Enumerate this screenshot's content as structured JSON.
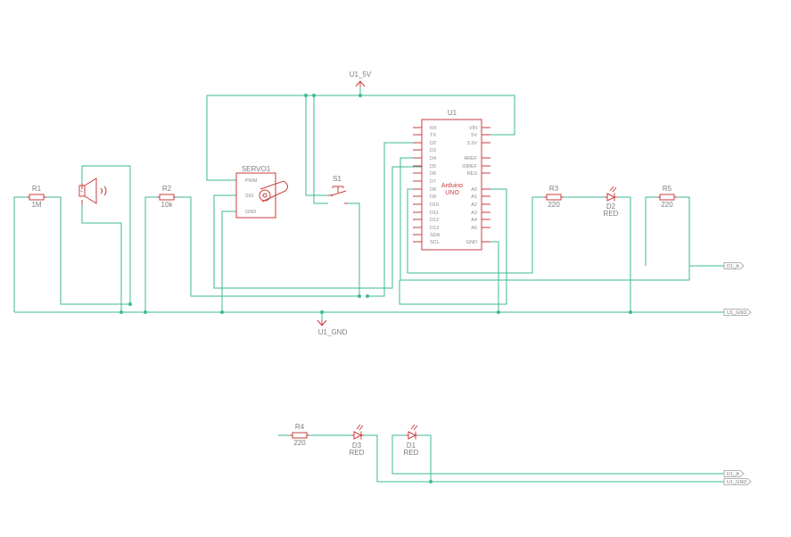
{
  "power": {
    "vcc_label": "U1_5V",
    "gnd_label": "U1_GND"
  },
  "ports": {
    "d1a_top": "D1_A",
    "gnd_right": "U1_GND",
    "d1a_bottom": "D1_A",
    "gnd_bottom": "U1_GND"
  },
  "arduino": {
    "ref": "U1",
    "name_line1": "Arduino",
    "name_line2": "UNO",
    "left_pins": [
      "RX",
      "TX",
      "D2",
      "D3",
      "D4",
      "D5",
      "D6",
      "D7",
      "D8",
      "D9",
      "D10",
      "D11",
      "D12",
      "D13",
      "SDA",
      "SCL"
    ],
    "right_pins": [
      "VIN",
      "5V",
      "3.3V",
      "AREF",
      "IOREF",
      "RES",
      "A0",
      "A1",
      "A2",
      "A3",
      "A4",
      "A5",
      "GND"
    ]
  },
  "servo": {
    "ref": "SERVO1",
    "pins": [
      "PWM",
      "SIG",
      "GND"
    ]
  },
  "switch": {
    "ref": "S1"
  },
  "resistors": [
    {
      "ref": "R1",
      "value": "1M"
    },
    {
      "ref": "R2",
      "value": "10k"
    },
    {
      "ref": "R3",
      "value": "220"
    },
    {
      "ref": "R5",
      "value": "220"
    },
    {
      "ref": "R4",
      "value": "220"
    }
  ],
  "leds": [
    {
      "ref": "D2",
      "value": "RED"
    },
    {
      "ref": "D3",
      "value": "RED"
    },
    {
      "ref": "D1",
      "value": "RED"
    }
  ]
}
